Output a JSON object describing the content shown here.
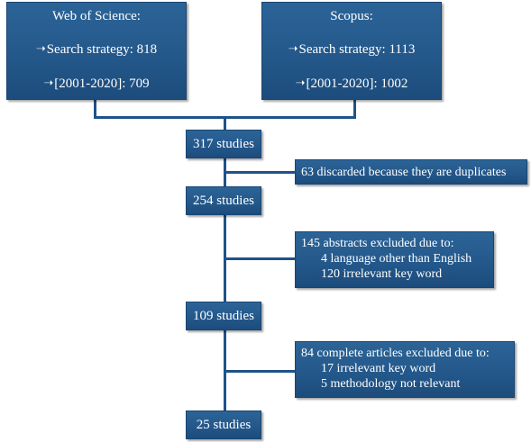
{
  "sources": {
    "wos": {
      "title": "Web of Science:",
      "strategy": "Search strategy: 818",
      "range": "[2001-2020]: 709"
    },
    "scopus": {
      "title": "Scopus:",
      "strategy": "Search strategy: 1113",
      "range": "[2001-2020]: 1002"
    }
  },
  "stages": {
    "s1": "317 studies",
    "s2": "254 studies",
    "s3": "109 studies",
    "s4": "25 studies"
  },
  "exclusions": {
    "e1": {
      "title": "63 discarded because they are duplicates"
    },
    "e2": {
      "title": "145 abstracts excluded due to:",
      "items": [
        "4 language other than English",
        "120 irrelevant key word"
      ]
    },
    "e3": {
      "title": "84 complete articles excluded due to:",
      "items": [
        "17 irrelevant key word",
        "5 methodology not relevant"
      ]
    }
  },
  "arrow_glyph": "➝",
  "colors": {
    "box_fill": "#24588b",
    "connector": "#1f5288",
    "text": "#ffffff"
  }
}
